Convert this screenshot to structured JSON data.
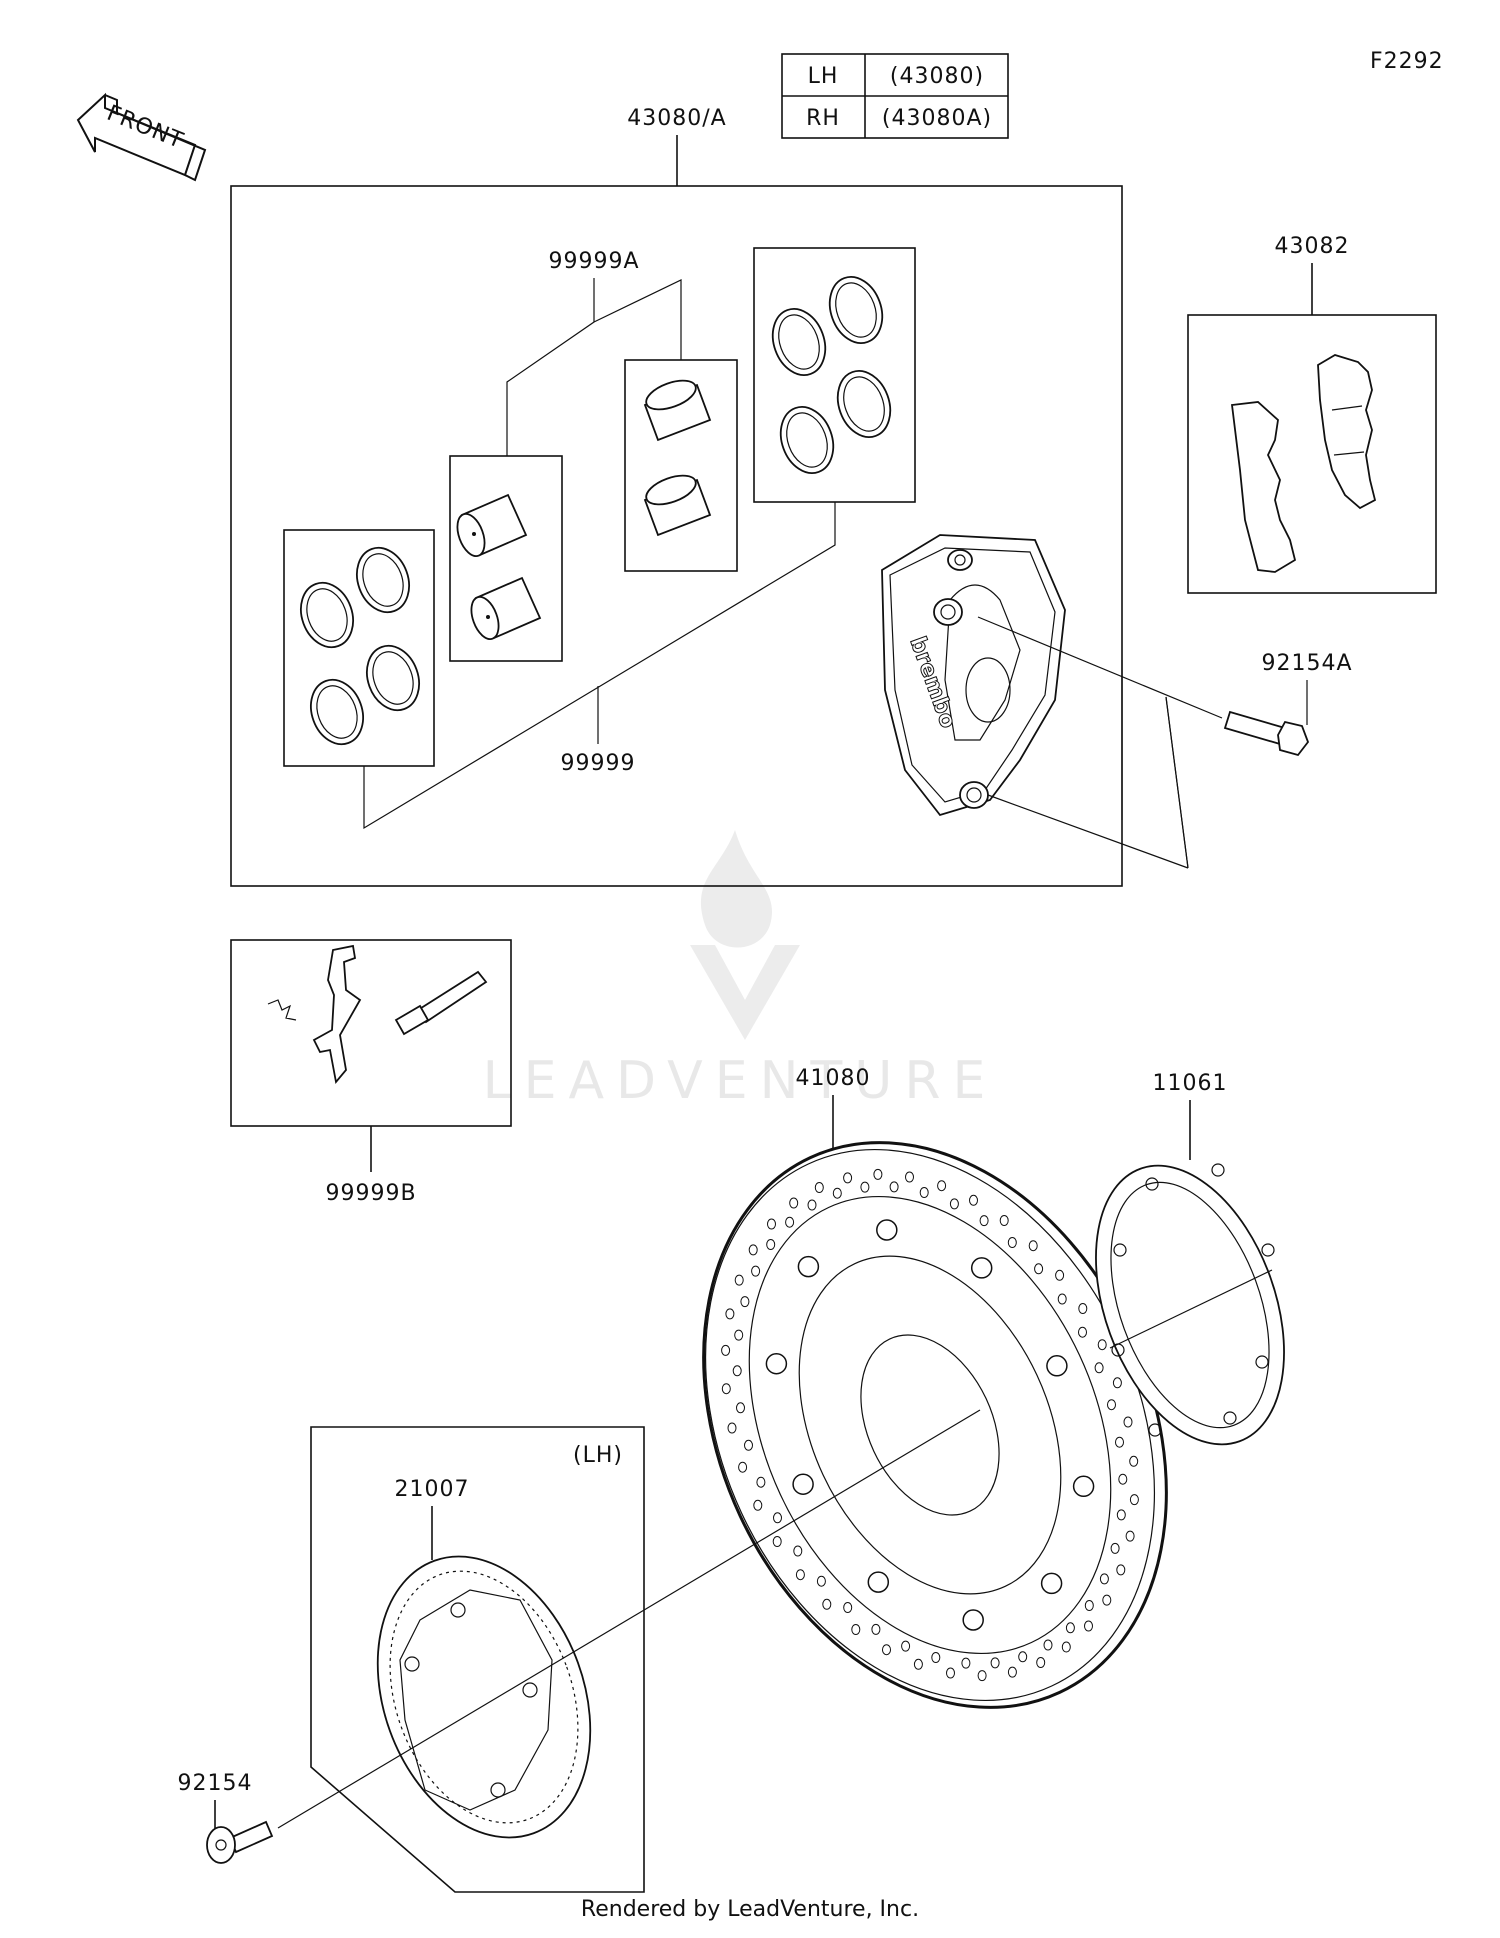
{
  "figure_code": "F2292",
  "front_label": "FRONT",
  "side_table": {
    "rows": [
      {
        "side": "LH",
        "part": "(43080)"
      },
      {
        "side": "RH",
        "part": "(43080A)"
      }
    ]
  },
  "callouts": {
    "caliper_assy": "43080/A",
    "pad_set": "43082",
    "piston_kit": "99999A",
    "seal_kit": "99999",
    "caliper_bolt": "92154A",
    "pin_kit": "99999B",
    "brake_disc": "41080",
    "shim": "11061",
    "abs_rotor": "21007",
    "disc_bolt": "92154"
  },
  "lh_note": "(LH)",
  "caliper_brand": "brembo",
  "watermark": "LEADVENTURE",
  "footer": "Rendered by LeadVenture, Inc."
}
